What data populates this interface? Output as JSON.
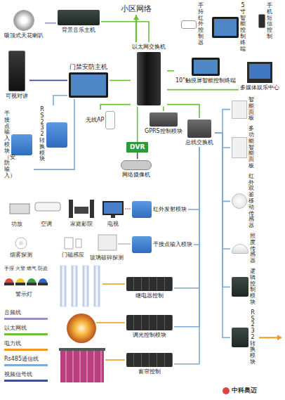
{
  "diagram": {
    "nodes": [
      {
        "text": [
          "吸顶式天花喇叭"
        ]
      },
      {
        "text": [
          "背景音乐主机"
        ]
      },
      {
        "text": [
          "小区网络"
        ]
      },
      {
        "text": [
          "以太网交换机"
        ]
      },
      {
        "text": [
          "手持红外控制器"
        ]
      },
      {
        "text": [
          "5寸智能控制终端"
        ]
      },
      {
        "text": [
          "10\"触摸屏智能控制终端"
        ]
      },
      {
        "text": [
          "多媒体娱乐中心"
        ]
      },
      {
        "text": [
          "门禁安防主机"
        ]
      },
      {
        "text": [
          "可视对讲"
        ]
      },
      {
        "text": [
          "无线AP"
        ]
      },
      {
        "text": [
          "GPRS控制模块"
        ]
      },
      {
        "text": [
          "DVR"
        ]
      },
      {
        "text": [
          "网络摄像机"
        ]
      },
      {
        "text": [
          "总线交换机"
        ]
      },
      {
        "text": [
          "手机短信控制"
        ]
      },
      {
        "text": [
          "干接点输入模块（安防输入）"
        ]
      },
      {
        "text": [
          "RS232转换模块"
        ]
      },
      {
        "text": [
          "智能面板"
        ]
      },
      {
        "text": [
          "多功能智能面板"
        ]
      },
      {
        "text": [
          "红外双鉴移动传感器"
        ]
      },
      {
        "text": [
          "照度传感器"
        ]
      },
      {
        "text": [
          "逻辑控制模块"
        ]
      },
      {
        "text": [
          "RS232转换模块"
        ]
      },
      {
        "text": [
          "红外发射模块"
        ]
      },
      {
        "text": [
          "干接点输入模块"
        ]
      },
      {
        "text": [
          "继电器控制"
        ]
      },
      {
        "text": [
          "调光控制模块"
        ]
      },
      {
        "text": [
          "窗帘控制"
        ]
      }
    ],
    "edges": [
      {
        "from": 1,
        "to": 0,
        "arrow": "none"
      },
      {
        "from": 1,
        "to": 3,
        "arrow": "none"
      },
      {
        "from": 3,
        "to": 2,
        "arrow": "to"
      },
      {
        "from": 3,
        "to": 6,
        "arrow": "none"
      },
      {
        "from": 3,
        "to": 7,
        "arrow": "none"
      },
      {
        "from": 3,
        "to": 8,
        "arrow": "none"
      },
      {
        "from": 3,
        "to": 10,
        "arrow": "none"
      },
      {
        "from": 3,
        "to": 11,
        "arrow": "none"
      },
      {
        "from": 3,
        "to": 14,
        "arrow": "none"
      },
      {
        "from": 9,
        "to": 8,
        "arrow": "none"
      },
      {
        "from": 8,
        "to": 16,
        "arrow": "none"
      },
      {
        "from": 8,
        "to": 17,
        "arrow": "none"
      },
      {
        "from": 12,
        "to": 13,
        "arrow": "none"
      },
      {
        "from": 12,
        "to": 3,
        "arrow": "none"
      },
      {
        "from": 14,
        "to": 18,
        "arrow": "none"
      },
      {
        "from": 14,
        "to": 19,
        "arrow": "none"
      },
      {
        "from": 14,
        "to": 20,
        "arrow": "none"
      },
      {
        "from": 14,
        "to": 21,
        "arrow": "none"
      },
      {
        "from": 14,
        "to": 22,
        "arrow": "none"
      },
      {
        "from": 14,
        "to": 23,
        "arrow": "none"
      },
      {
        "from": 14,
        "to": 24,
        "arrow": "none"
      },
      {
        "from": 14,
        "to": 25,
        "arrow": "none"
      },
      {
        "from": 14,
        "to": 26,
        "arrow": "none"
      },
      {
        "from": 14,
        "to": 27,
        "arrow": "none"
      },
      {
        "from": 14,
        "to": 28,
        "arrow": "none"
      }
    ],
    "labels": [
      "功放",
      "空调",
      "家庭影院",
      "电视",
      "烟雾探测",
      "门磁感应",
      "玻璃破碎探测",
      "手报",
      "火警",
      "燃气",
      "防盗",
      "警示灯",
      "中科奥迈"
    ],
    "legend": [
      {
        "text": "音频线",
        "color": "#9b8fc0"
      },
      {
        "text": "以太网线",
        "color": "#6cbf3a"
      },
      {
        "text": "电力线",
        "color": "#f39a1e"
      },
      {
        "text": "Rs485通信线",
        "color": "#7fa9d6"
      },
      {
        "text": "视频信号线",
        "color": "#3d4f93"
      }
    ]
  }
}
